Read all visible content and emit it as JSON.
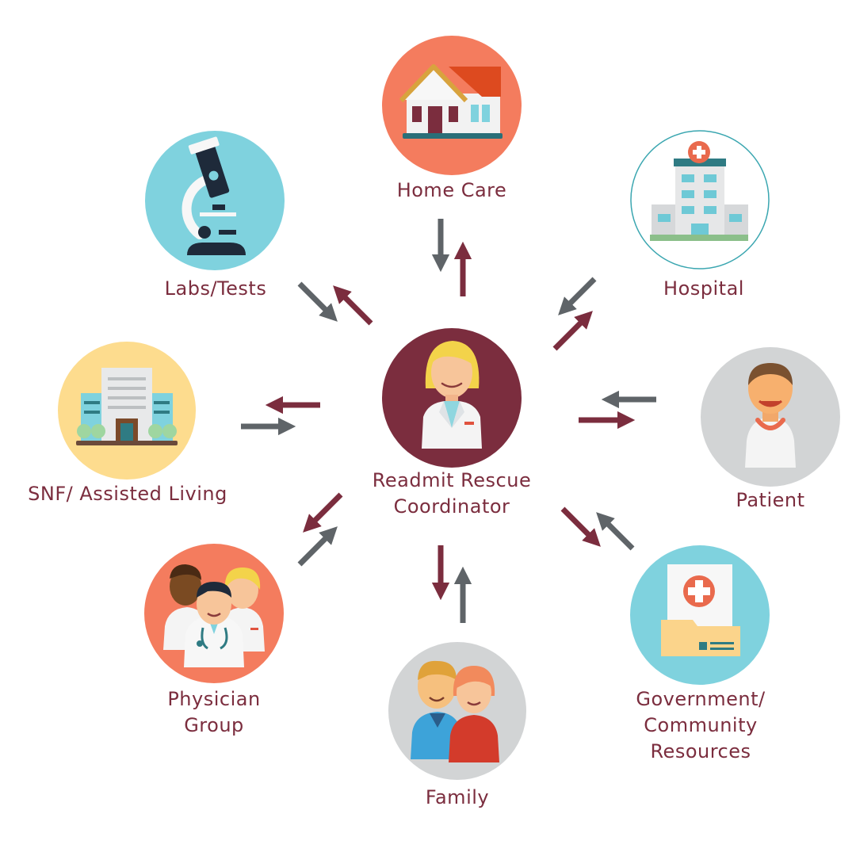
{
  "center": {
    "line1": "Readmit Rescue",
    "line2": "Coordinator"
  },
  "nodes": {
    "home_care": {
      "label": "Home Care",
      "icon": "house-icon"
    },
    "hospital": {
      "label": "Hospital",
      "icon": "hospital-building-icon"
    },
    "patient": {
      "label": "Patient",
      "icon": "patient-icon"
    },
    "government": {
      "line1": "Government/",
      "line2": "Community",
      "line3": "Resources",
      "icon": "medical-folder-icon"
    },
    "family": {
      "label": "Family",
      "icon": "family-icon"
    },
    "physician": {
      "line1": "Physician",
      "line2": "Group",
      "icon": "doctors-icon"
    },
    "snf": {
      "label": "SNF/ Assisted Living",
      "icon": "apartment-building-icon"
    },
    "labs": {
      "label": "Labs/Tests",
      "icon": "microscope-icon"
    }
  },
  "colors": {
    "label": "#7b2d3e",
    "outbound_arrow": "#7b2d3e",
    "inbound_arrow": "#5f6468",
    "center_circle": "#7b2d3e",
    "coral": "#f47c5e",
    "teal": "#7fd2de",
    "yellow": "#fddc8e",
    "gray": "#d2d4d5"
  }
}
